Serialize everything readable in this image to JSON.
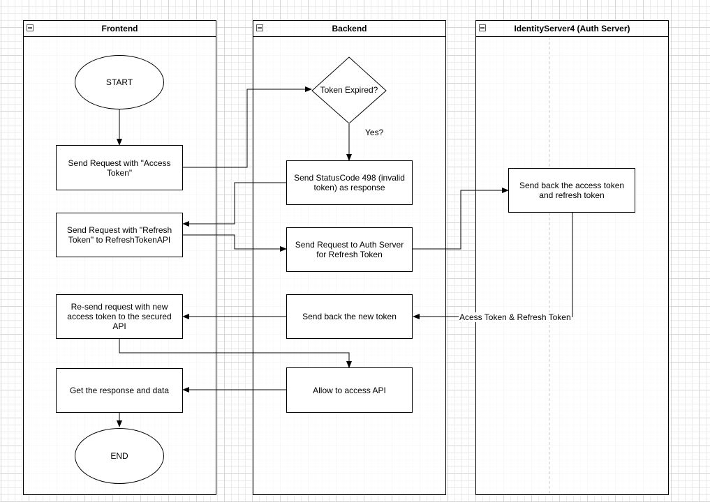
{
  "lanes": {
    "frontend": "Frontend",
    "backend": "Backend",
    "auth": "IdentityServer4 (Auth Server)"
  },
  "nodes": {
    "start": "START",
    "send_access": "Send Request with \"Access Token\"",
    "send_refresh": "Send Request with \"Refresh Token\" to RefreshTokenAPI",
    "resend": "Re-send request with new access token to the secured API",
    "get_response": "Get the response and data",
    "end": "END",
    "token_expired": "Token Expired?",
    "status_498": "Send StatusCode 498 (invalid token) as response",
    "auth_request": "Send Request to Auth Server for Refresh Token",
    "send_new_token": "Send back the new token",
    "allow_access": "Allow to access API",
    "send_back_tokens": "Send back the access token and refresh token"
  },
  "edge_labels": {
    "yes": "Yes?",
    "tokens": "Acess Token & Refresh Token"
  }
}
